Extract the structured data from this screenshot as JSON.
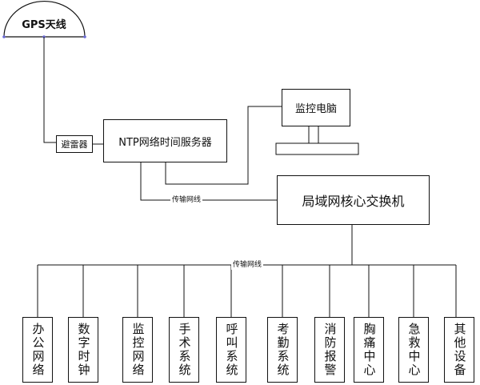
{
  "gps": {
    "label": "GPS天线"
  },
  "lightning_arrester": {
    "label": "避雷器"
  },
  "ntp_server": {
    "label": "NTP网络时间服务器"
  },
  "monitor_pc": {
    "label": "监控电脑"
  },
  "core_switch": {
    "label": "局域网核心交换机"
  },
  "transmission_line_1": "传输网线",
  "transmission_line_2": "传输网线",
  "subsystems": [
    "办公网络",
    "数字时钟",
    "监控网络",
    "手术系统",
    "呼叫系统",
    "考勤系统",
    "消防报警",
    "胸痛中心",
    "急救中心",
    "其他设备"
  ]
}
